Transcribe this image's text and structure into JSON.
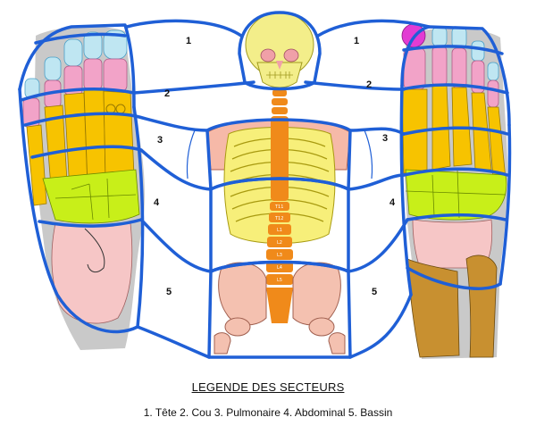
{
  "legend": {
    "title": "LEGENDE DES SECTEURS",
    "items": "1. Tête 2. Cou 3. Pulmonaire 4. Abdominal 5. Bassin"
  },
  "sector_labels": {
    "left": [
      "1",
      "2",
      "3",
      "4",
      "5"
    ],
    "right": [
      "1",
      "2",
      "3",
      "4",
      "5"
    ]
  },
  "vertebra_labels": [
    "T11",
    "T12",
    "L1",
    "L2",
    "L3",
    "L4",
    "L5"
  ],
  "colors": {
    "outline_blue": "#1f5fd6",
    "skull": "#f3ee8a",
    "phalanx_pink": "#f2a3c8",
    "toe_tip_light_blue": "#bfe6f2",
    "metatarsal_orange": "#f7c300",
    "tarsal_green": "#c8ef19",
    "heel_pink": "#f6c6c6",
    "ribs_yellow": "#f7ef7a",
    "spine_orange": "#f08a1a",
    "pelvis_pink": "#f4c1b0",
    "leg_bone_brown": "#c89030",
    "shadow_grey": "#c9c9c9",
    "big_toe_magenta": "#e23cd3"
  }
}
